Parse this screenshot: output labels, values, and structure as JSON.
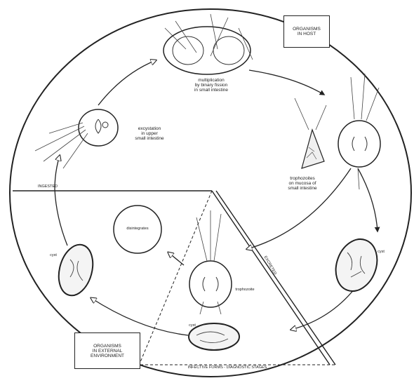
{
  "boxes": {
    "host": {
      "line1": "ORGANISMS",
      "line2": "IN HOST"
    },
    "environment": {
      "line1": "ORGANISMS",
      "line2": "IN EXTERNAL",
      "line3": "ENVIRONMENT"
    }
  },
  "labels": {
    "excystation": [
      "excystation",
      "in upper",
      "small intestine"
    ],
    "multiplication": [
      "multiplication",
      "by binary fission",
      "in small intestine"
    ],
    "trophozoites": [
      "trophozoites",
      "on mucosa of",
      "small intestine"
    ],
    "cyst_right": "cyst",
    "cyst_left": "cyst",
    "cyst_bottom": "cyst",
    "trophozoite": "trophozoite",
    "ingested": "INGESTED",
    "excreted": "EXCRETED",
    "disintegration": "disintegrates",
    "bottom_caption": "INFECTIVE FORMS - DIAGNOSTIC STAGES"
  },
  "colors": {
    "ink": "#222222",
    "paper": "#ffffff"
  }
}
